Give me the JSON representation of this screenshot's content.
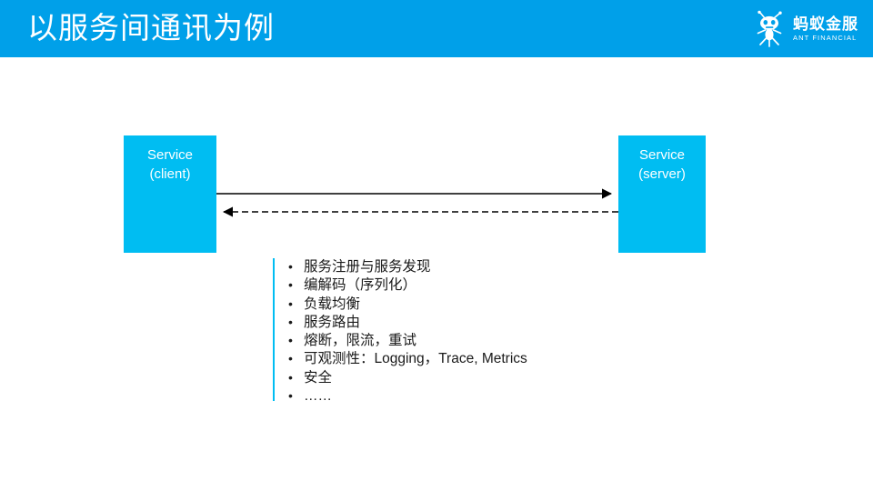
{
  "header": {
    "title": "以服务间通讯为例",
    "background_color": "#00a0e9",
    "title_color": "#ffffff"
  },
  "logo": {
    "name": "ant-financial-logo",
    "cn_text": "蚂蚁金服",
    "en_text": "ANT FINANCIAL"
  },
  "diagram": {
    "box_color": "#00bdf2",
    "client_box": {
      "line1": "Service",
      "line2": "(client)"
    },
    "server_box": {
      "line1": "Service",
      "line2": "(server)"
    },
    "request_arrow": {
      "name": "request-arrow",
      "style": "solid",
      "direction": "client-to-server"
    },
    "response_arrow": {
      "name": "response-arrow",
      "style": "dashed",
      "direction": "server-to-client"
    }
  },
  "bullets": {
    "accent_color": "#00bdf2",
    "items": [
      "服务注册与服务发现",
      "编解码（序列化）",
      "负载均衡",
      "服务路由",
      "熔断，限流，重试",
      "可观测性：Logging，Trace, Metrics",
      "安全",
      "……"
    ]
  }
}
